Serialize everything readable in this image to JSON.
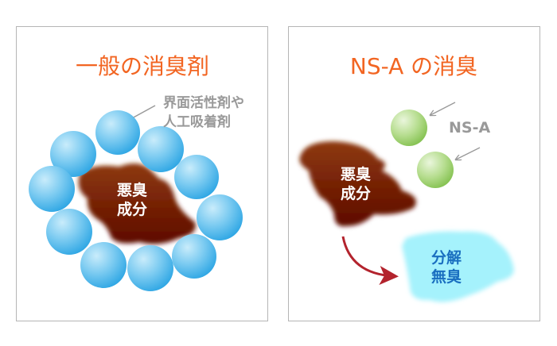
{
  "left_panel": {
    "title": "一般の消臭剤",
    "agent_label_line1": "界面活性剤や",
    "agent_label_line2": "人工吸着剤",
    "odor_line1": "悪臭",
    "odor_line2": "成分"
  },
  "right_panel": {
    "title": "NS-A の消臭",
    "agent_label": "NS-A",
    "odor_line1": "悪臭",
    "odor_line2": "成分",
    "result_line1": "分解",
    "result_line2": "無臭"
  },
  "colors": {
    "title": "#f26522",
    "odor": "#7a1e05",
    "sphere_blue": "#4fb6ea",
    "sphere_green": "#98cc6a",
    "result": "#9cf0fb",
    "arrow": "#b3232d",
    "label_gray": "#999999"
  }
}
